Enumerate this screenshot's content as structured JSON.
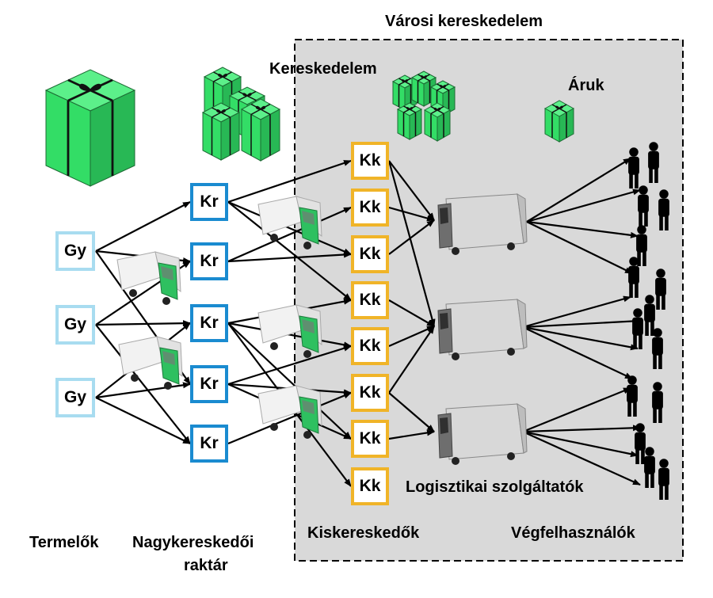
{
  "urban_region": {
    "title": "Városi kereskedelem"
  },
  "labels": {
    "trade": "Kereskedelem",
    "goods": "Áruk",
    "logistics": "Logisztikai szolgáltatók",
    "producers": "Termelők",
    "wholesale_line1": "Nagykereskedői",
    "wholesale_line2": "raktár",
    "retailers": "Kiskereskedők",
    "end_users": "Végfelhasználók"
  },
  "nodes": {
    "producer": "Gy",
    "wholesaler": "Kr",
    "retailer": "Kk"
  },
  "colors": {
    "producer_border": "#a8dcf0",
    "wholesaler_border": "#1a8bd0",
    "retailer_border": "#f0b428",
    "region_fill": "#d8d8d8",
    "gift_green": "#33dd66",
    "truck_green": "#2ec060"
  },
  "icons": [
    "gift-box-icon",
    "gift-box-cluster-icon",
    "green-truck-icon",
    "grey-truck-icon",
    "person-silhouette-icon"
  ]
}
